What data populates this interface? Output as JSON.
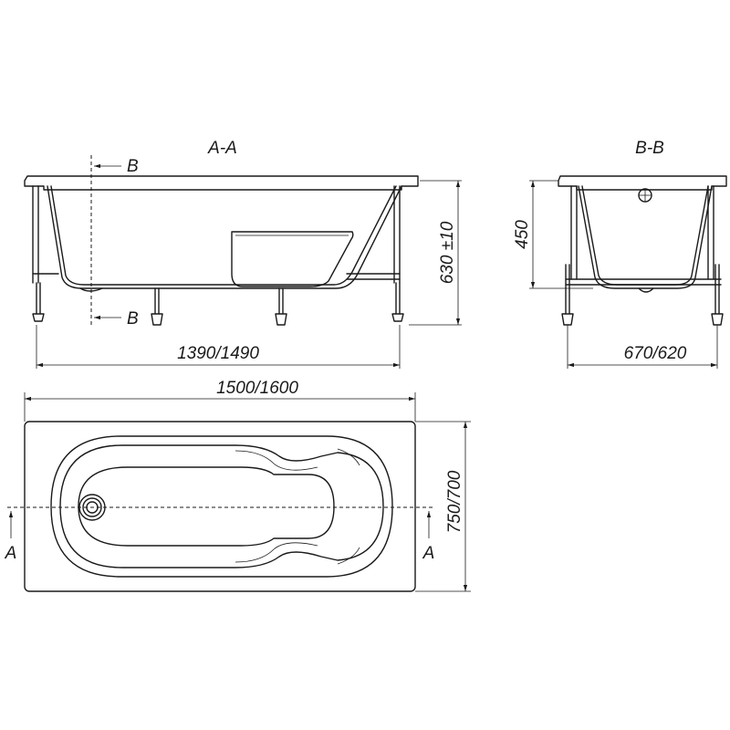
{
  "section_aa": {
    "title": "A-A",
    "cut_label": "B",
    "height": "630 ±10",
    "length": "1390/1490"
  },
  "section_bb": {
    "title": "B-B",
    "height": "450",
    "width": "670/620"
  },
  "plan": {
    "length": "1500/1600",
    "width": "750/700",
    "cut_label": "A"
  }
}
